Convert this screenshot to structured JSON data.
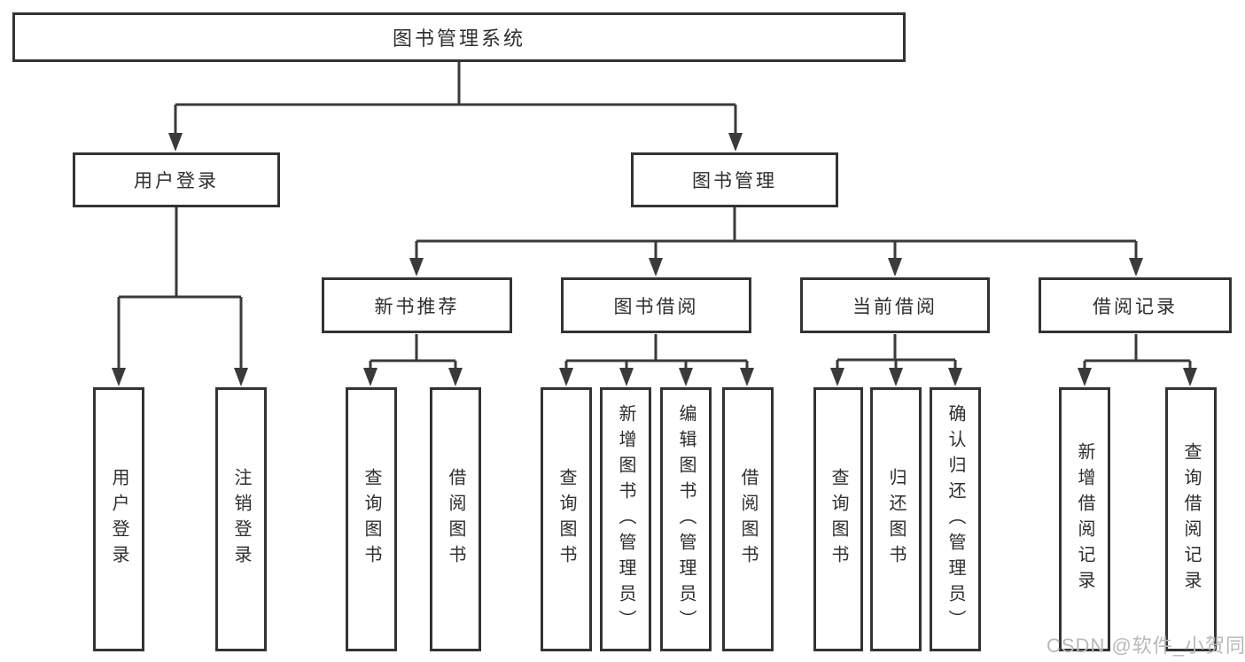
{
  "tree": {
    "label": "图书管理系统",
    "children": [
      {
        "label": "用户登录",
        "children": [
          {
            "label": "用户登录"
          },
          {
            "label": "注销登录"
          }
        ]
      },
      {
        "label": "图书管理",
        "children": [
          {
            "label": "新书推荐",
            "children": [
              {
                "label": "查询图书"
              },
              {
                "label": "借阅图书"
              }
            ]
          },
          {
            "label": "图书借阅",
            "children": [
              {
                "label": "查询图书"
              },
              {
                "label": "新增图书（管理员）"
              },
              {
                "label": "编辑图书（管理员）"
              },
              {
                "label": "借阅图书"
              }
            ]
          },
          {
            "label": "当前借阅",
            "children": [
              {
                "label": "查询图书"
              },
              {
                "label": "归还图书"
              },
              {
                "label": "确认归还（管理员）"
              }
            ]
          },
          {
            "label": "借阅记录",
            "children": [
              {
                "label": "新增借阅记录"
              },
              {
                "label": "查询借阅记录"
              }
            ]
          }
        ]
      }
    ]
  },
  "watermark": "CSDN @软件_小贺同学",
  "colors": {
    "line": "#3a3a3a",
    "box_border": "#333333",
    "text": "#2e2e2e",
    "watermark": "#b9b9b9",
    "background": "#ffffff"
  }
}
